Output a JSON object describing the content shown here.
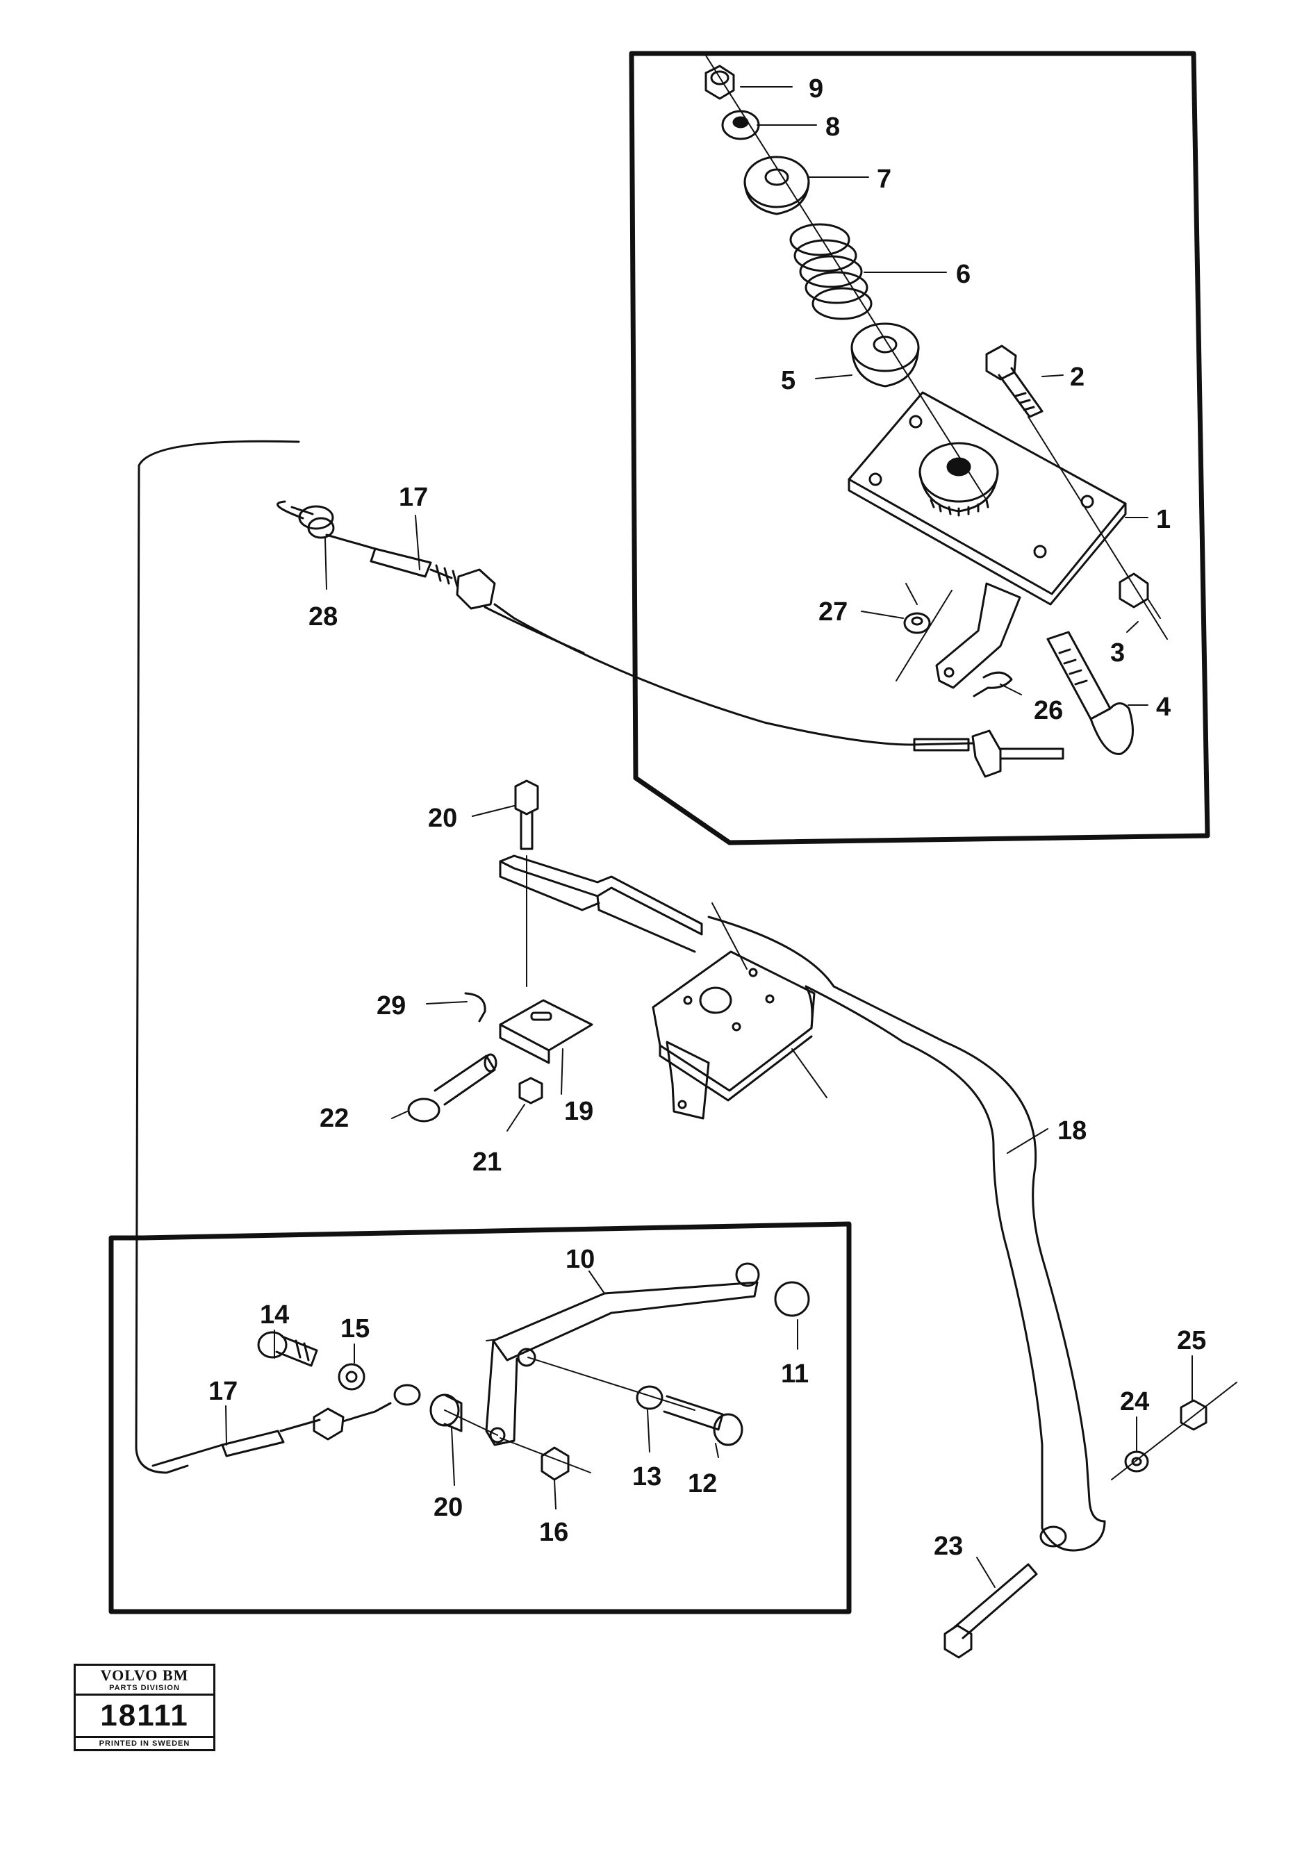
{
  "callouts": [
    "1",
    "2",
    "3",
    "4",
    "5",
    "6",
    "7",
    "8",
    "9",
    "10",
    "11",
    "12",
    "13",
    "14",
    "15",
    "16",
    "17",
    "18",
    "19",
    "20",
    "21",
    "22",
    "23",
    "24",
    "25",
    "26",
    "27",
    "28",
    "29"
  ],
  "stamp": {
    "brand": "VOLVO BM",
    "division": "PARTS DIVISION",
    "number": "18111",
    "printed": "PRINTED IN SWEDEN"
  }
}
